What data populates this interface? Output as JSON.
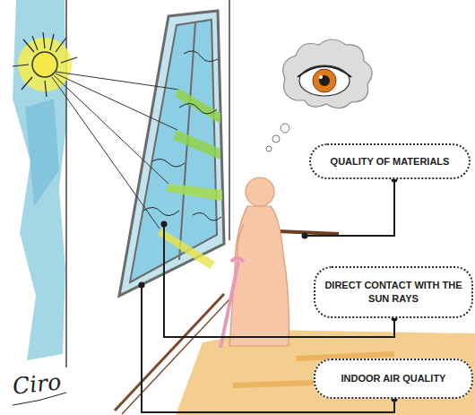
{
  "diagram": {
    "nodes": [
      {
        "text": [
          "QUALITY OF MATERIALS"
        ]
      },
      {
        "text": [
          "DIRECT CONTACT WITH THE SUN RAYS"
        ]
      },
      {
        "text": [
          "INDOOR AIR QUALITY"
        ]
      }
    ],
    "labels": [
      "Ciro"
    ]
  }
}
